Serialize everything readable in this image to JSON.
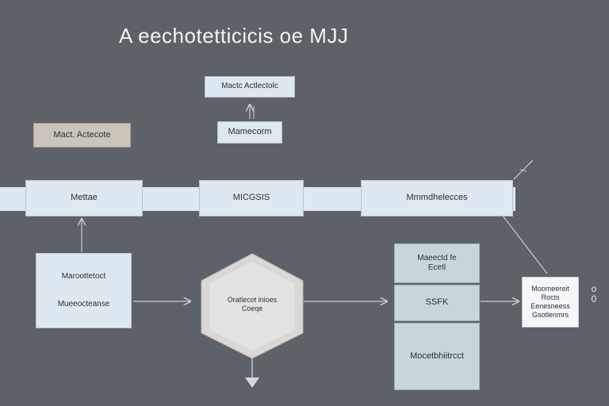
{
  "title": "A eechotetticicis oe MJJ",
  "nodes": {
    "top_label": "Mactc Actlectolc",
    "mid_label": "Mamecorm",
    "left_tag": "Mact. Actecote",
    "band_left": "Mettae",
    "band_center": "MICGSIS",
    "band_right": "Mmmdhelecces",
    "left_panel_line1": "Maroottetoct",
    "left_panel_line2": "Mueeocteanse",
    "hexagon_line1": "Oratlecot   lnioes",
    "hexagon_line2": "Coeqe",
    "column_top_line1": "Maeectd fe",
    "column_top_line2": "Ecetl",
    "column_mid": "SSFK",
    "column_bottom": "Mocetbhiitrcct",
    "right_box_line1": "Moomeereit",
    "right_box_line2": "Rocts",
    "right_box_line3": "Eenesneess",
    "right_box_line4": "Gsotlenmrs",
    "side_label_line1": "o",
    "side_label_line2": "0"
  },
  "colors": {
    "background": "#5d6168",
    "box_light": "#dde8f0",
    "box_tan": "#cbc4bb",
    "box_teal": "#c8d6da",
    "hexagon": "#d9d8d6",
    "arrow": "#c9ced4"
  }
}
